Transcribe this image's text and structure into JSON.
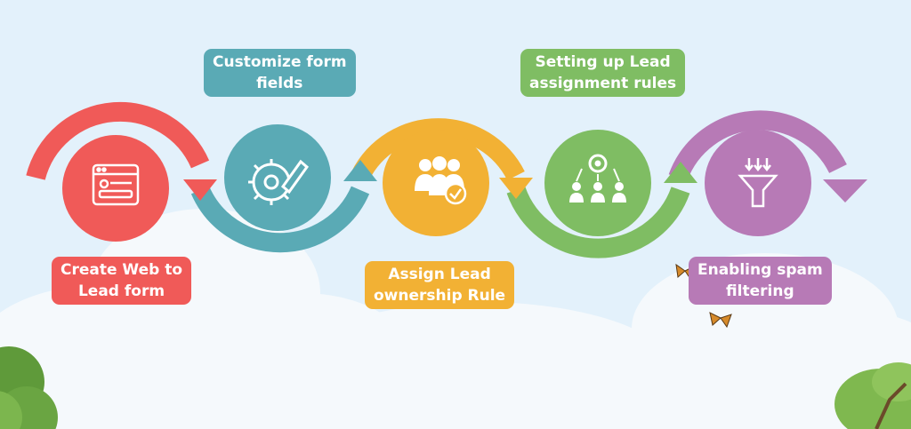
{
  "steps": [
    {
      "label_line1": "Create Web to",
      "label_line2": "Lead form",
      "color": "#f05a58",
      "icon": "web-form-icon"
    },
    {
      "label_line1": "Customize form",
      "label_line2": "fields",
      "color": "#5aaab5",
      "icon": "gear-pencil-icon"
    },
    {
      "label_line1": "Assign Lead",
      "label_line2": "ownership Rule",
      "color": "#f2b134",
      "icon": "team-check-icon"
    },
    {
      "label_line1": "Setting up Lead",
      "label_line2": "assignment rules",
      "color": "#7fbd63",
      "icon": "assignment-network-icon"
    },
    {
      "label_line1": "Enabling spam",
      "label_line2": "filtering",
      "color": "#b77ab6",
      "icon": "funnel-filter-icon"
    }
  ],
  "colors": {
    "background": "#e3f1fb",
    "cloud": "#f5f9fc",
    "tree": "#6aa542",
    "butterfly": "#d68a2a"
  }
}
